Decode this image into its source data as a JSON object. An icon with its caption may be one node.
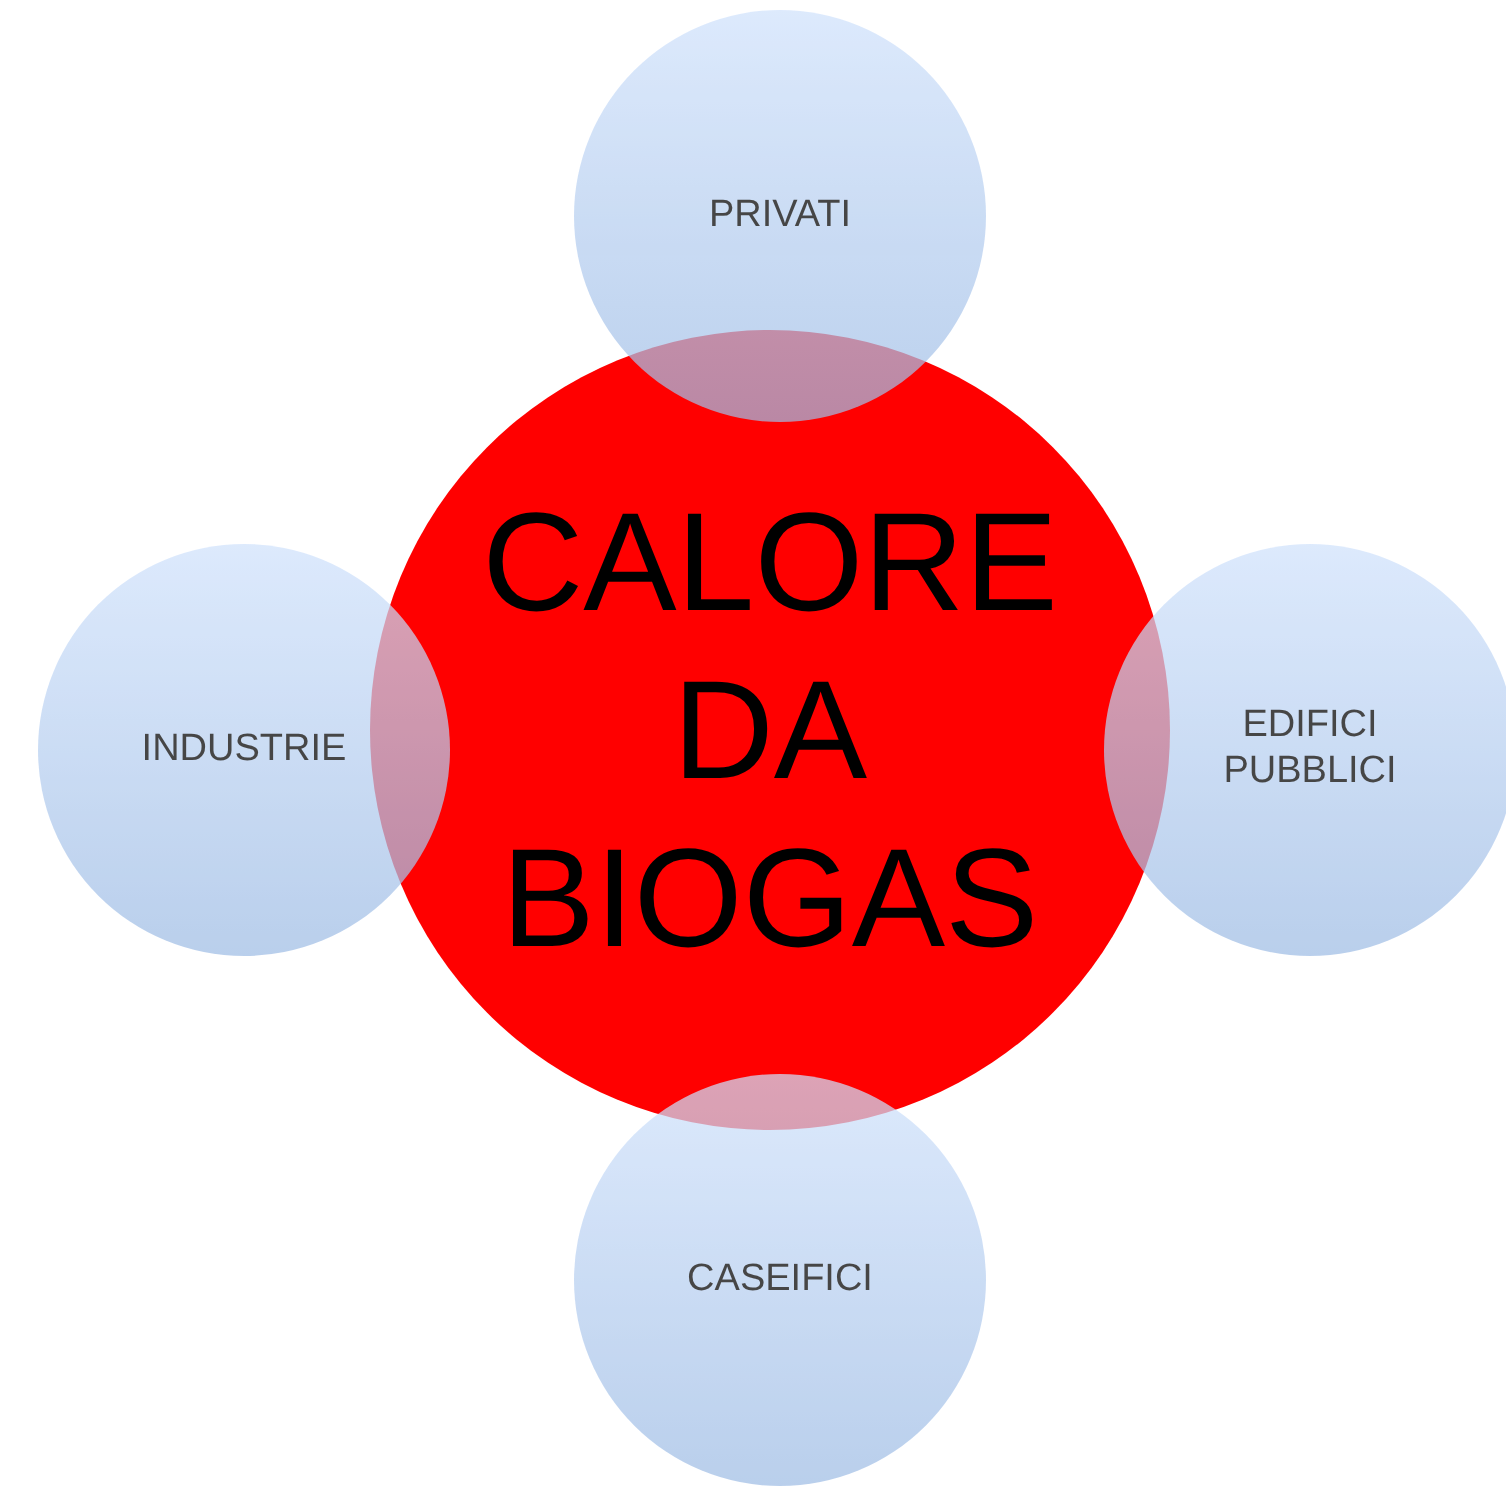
{
  "diagram": {
    "nodes": [
      {
        "text": [
          "CALORE DA BIOGAS"
        ]
      },
      {
        "text": [
          "PRIVATI"
        ]
      },
      {
        "text": [
          "INDUSTRIE"
        ]
      },
      {
        "text": [
          "EDIFICI PUBBLICI"
        ]
      },
      {
        "text": [
          "CASEIFICI"
        ]
      }
    ],
    "edges": []
  }
}
